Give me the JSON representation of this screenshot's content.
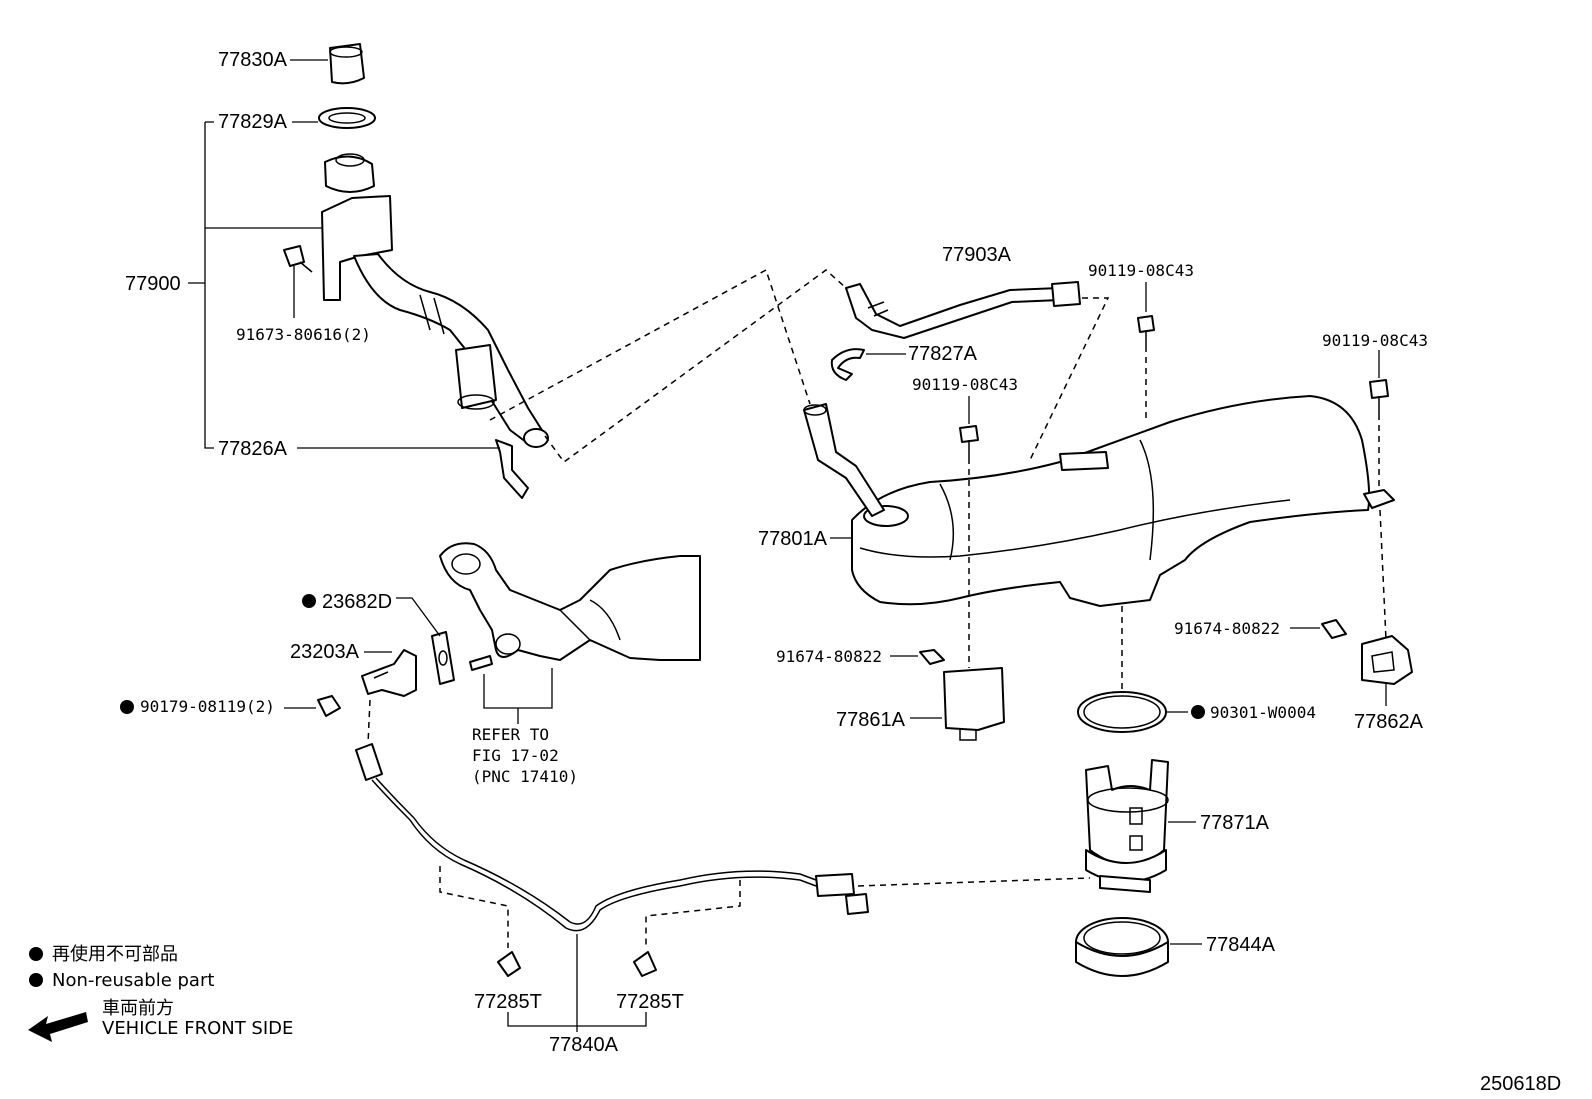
{
  "diagram_id": "250618D",
  "parts": {
    "p77830A": "77830A",
    "p77829A": "77829A",
    "p77900": "77900",
    "p91673": "91673-80616(2)",
    "p77826A": "77826A",
    "p77903A": "77903A",
    "p90119_a": "90119-08C43",
    "p90119_b": "90119-08C43",
    "p90119_c": "90119-08C43",
    "p77827A": "77827A",
    "p77801A": "77801A",
    "p23682D": "23682D",
    "p23203A": "23203A",
    "p90179": "90179-08119(2)",
    "p91674_a": "91674-80822",
    "p91674_b": "91674-80822",
    "p77861A": "77861A",
    "p90301": "90301-W0004",
    "p77862A": "77862A",
    "p77871A": "77871A",
    "p77844A": "77844A",
    "p77285T_a": "77285T",
    "p77285T_b": "77285T",
    "p77840A": "77840A"
  },
  "refer": {
    "line1": "REFER TO",
    "line2": "FIG 17-02",
    "line3": "(PNC 17410)"
  },
  "legend": {
    "jp_nonreusable": "再使用不可部品",
    "en_nonreusable": "Non-reusable part",
    "jp_front": "車両前方",
    "en_front": "VEHICLE FRONT SIDE"
  }
}
